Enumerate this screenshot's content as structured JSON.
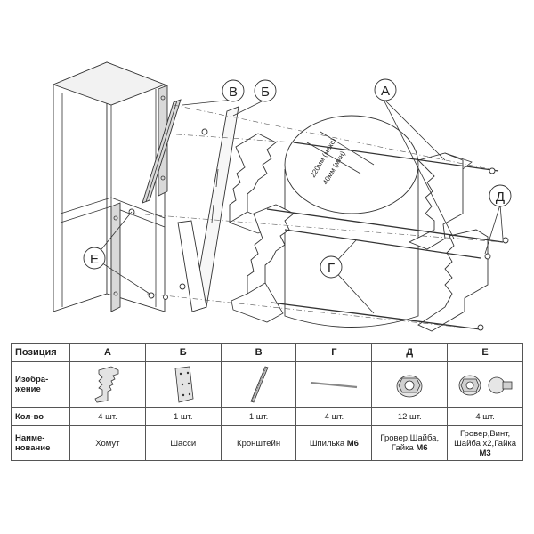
{
  "labels": {
    "a": "А",
    "b": "Б",
    "v": "В",
    "g": "Г",
    "d": "Д",
    "e": "Е"
  },
  "dimension_text": {
    "max": "220мм (макс)",
    "min": "40мм (мин)"
  },
  "table": {
    "row_headers": {
      "position": "Позиция",
      "image": "Изобра-жение",
      "qty": "Кол-во",
      "name": "Наиме-нование"
    },
    "columns": [
      {
        "pos": "А",
        "qty": "4 шт.",
        "name": "Хомут",
        "icon": "clamp-icon"
      },
      {
        "pos": "Б",
        "qty": "1 шт.",
        "name": "Шасси",
        "icon": "chassis-plate-icon"
      },
      {
        "pos": "В",
        "qty": "1 шт.",
        "name": "Кронштейн",
        "icon": "bracket-icon"
      },
      {
        "pos": "Г",
        "qty": "4 шт.",
        "name_plain": "Шпилька ",
        "name_bold": "М6",
        "icon": "stud-icon"
      },
      {
        "pos": "Д",
        "qty": "12 шт.",
        "name_line1": "Гровер,Шайба,",
        "name_line2_plain": "Гайка ",
        "name_line2_bold": "М6",
        "icon": "washer-nut-icon"
      },
      {
        "pos": "Е",
        "qty": "4 шт.",
        "name_line1": "Гровер,Винт,",
        "name_line2_plain": "Шайба х2,Гайка ",
        "name_line2_bold": "М3",
        "icon": "screw-nut-icon"
      }
    ]
  }
}
